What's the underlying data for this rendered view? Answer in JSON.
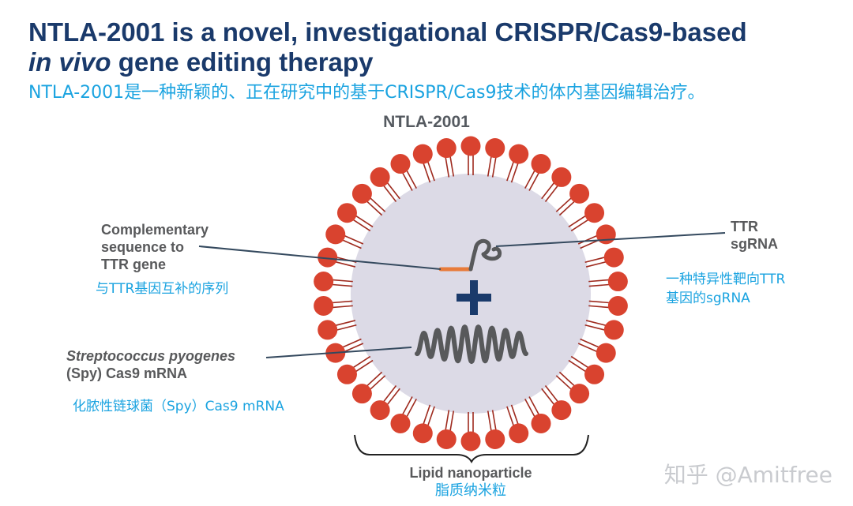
{
  "title": {
    "line1": "NTLA-2001 is a novel, investigational CRISPR/Cas9-based",
    "line2_italic": "in vivo",
    "line2_rest": " gene editing therapy"
  },
  "subtitle_cn": "NTLA-2001是一种新颖的、正在研究中的基于CRISPR/Cas9技术的体内基因编辑治疗。",
  "diagram_title": "NTLA-2001",
  "labels": {
    "complementary": [
      "Complementary",
      "sequence to",
      "TTR gene"
    ],
    "complementary_cn": "与TTR基因互补的序列",
    "sgrna": [
      "TTR",
      "sgRNA"
    ],
    "sgrna_cn": [
      "一种特异性靶向TTR",
      "基因的sgRNA"
    ],
    "cas9_italic": "Streptococcus pyogenes",
    "cas9_rest": "(Spy) Cas9 mRNA",
    "cas9_cn": "化脓性链球菌（Spy）Cas9 mRNA",
    "lnp": "Lipid nanoparticle",
    "lnp_cn": "脂质纳米粒"
  },
  "watermark": "知乎 @Amitfree",
  "colors": {
    "title": "#1a3a6b",
    "accent_cn": "#1aa3e0",
    "lipid_head": "#d9432f",
    "lipid_tail": "#9e2a1e",
    "core": "#dcdae6",
    "plus": "#1a3a6b",
    "orange_segment": "#e87b3a",
    "rna": "#58595b"
  }
}
